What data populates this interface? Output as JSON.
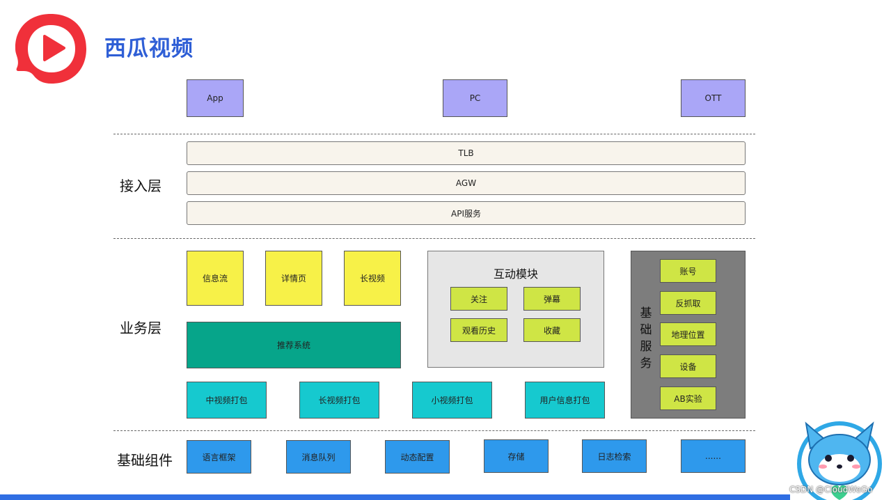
{
  "brand": {
    "title": "西瓜视频"
  },
  "clients": [
    "App",
    "PC",
    "OTT"
  ],
  "layers": {
    "access": "接入层",
    "business": "业务层",
    "foundation": "基础组件"
  },
  "access_items": [
    "TLB",
    "AGW",
    "API服务"
  ],
  "business": {
    "top_modules": [
      "信息流",
      "详情页",
      "长视频"
    ],
    "recommendation": "推荐系统",
    "packaging": [
      "中视频打包",
      "长视频打包",
      "小视频打包",
      "用户信息打包"
    ],
    "interaction": {
      "title": "互动模块",
      "items": [
        "关注",
        "弹幕",
        "观看历史",
        "收藏"
      ]
    },
    "basic_services": {
      "label": "基础服务",
      "items": [
        "账号",
        "反抓取",
        "地理位置",
        "设备",
        "AB实验"
      ]
    }
  },
  "components": [
    "语言框架",
    "消息队列",
    "动态配置",
    "存储",
    "日志检索",
    "......"
  ],
  "watermark": "CSDN @CloudWeGo",
  "colors": {
    "brand_blue": "#2f5fd6",
    "client_purple": "#aaa6f7",
    "yellow": "#f7f148",
    "teal": "#06a58a",
    "cyan": "#16c9cf",
    "lime": "#cfe545",
    "blue": "#2e99ec",
    "gray": "#7d7d7d"
  }
}
